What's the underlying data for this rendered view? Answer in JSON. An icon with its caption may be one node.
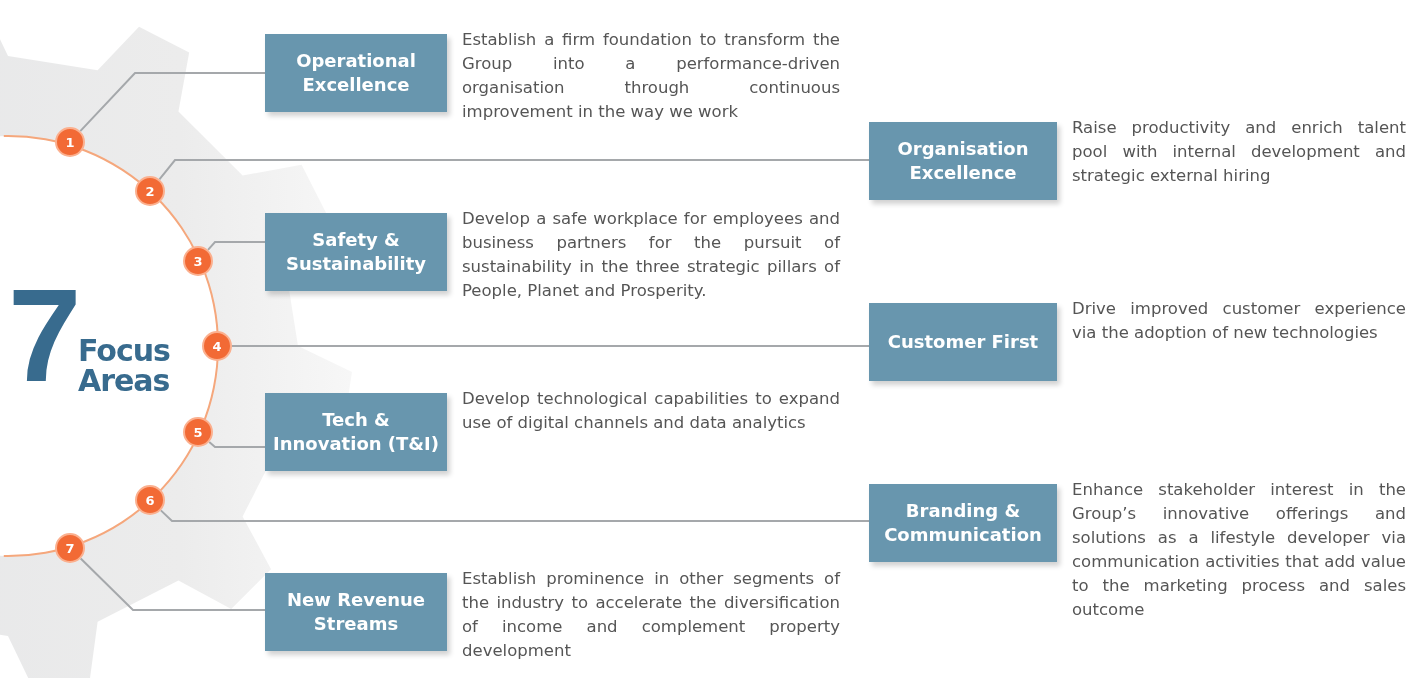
{
  "diagram": {
    "nodes": [
      {
        "text": [
          "1"
        ]
      },
      {
        "text": [
          "Operational Excellence"
        ],
        "beside": [
          "Establish a firm foundation to transform the Group into a performance-driven organisation through continuous improvement in the way we work"
        ]
      },
      {
        "text": [
          "2"
        ]
      },
      {
        "text": [
          "Organisation Excellence"
        ],
        "beside": [
          "Raise productivity and enrich talent pool with internal development and strategic external hiring"
        ]
      },
      {
        "text": [
          "3"
        ]
      },
      {
        "text": [
          "Safety & Sustainability"
        ],
        "beside": [
          "Develop a safe workplace for employees and business partners for the pursuit of sustainability in the three strategic pillars of People, Planet and Prosperity."
        ]
      },
      {
        "text": [
          "4"
        ]
      },
      {
        "text": [
          "Customer First"
        ],
        "beside": [
          "Drive improved customer experience via the adoption of new technologies"
        ]
      },
      {
        "text": [
          "5"
        ]
      },
      {
        "text": [
          "Tech & Innovation (T&I)"
        ],
        "beside": [
          "Develop technological capabilities to expand use of digital channels and data analytics"
        ]
      },
      {
        "text": [
          "6"
        ]
      },
      {
        "text": [
          "Branding & Communication"
        ],
        "beside": [
          "Enhance stakeholder interest in the Group’s innovative offerings and solutions as a lifestyle developer via communication activities that add value to the marketing process and sales outcome"
        ]
      },
      {
        "text": [
          "7"
        ]
      },
      {
        "text": [
          "New Revenue Streams"
        ],
        "beside": [
          "Establish prominence in other segments of the industry to accelerate the diversification of income and complement property development"
        ]
      }
    ],
    "edges": [
      {
        "from": 0,
        "to": 1,
        "arrow": "none"
      },
      {
        "from": 2,
        "to": 3,
        "arrow": "none"
      },
      {
        "from": 4,
        "to": 5,
        "arrow": "none"
      },
      {
        "from": 6,
        "to": 7,
        "arrow": "none"
      },
      {
        "from": 8,
        "to": 9,
        "arrow": "none"
      },
      {
        "from": 10,
        "to": 11,
        "arrow": "none"
      },
      {
        "from": 12,
        "to": 13,
        "arrow": "none"
      }
    ],
    "labels": [
      "7",
      "Focus Areas"
    ]
  }
}
